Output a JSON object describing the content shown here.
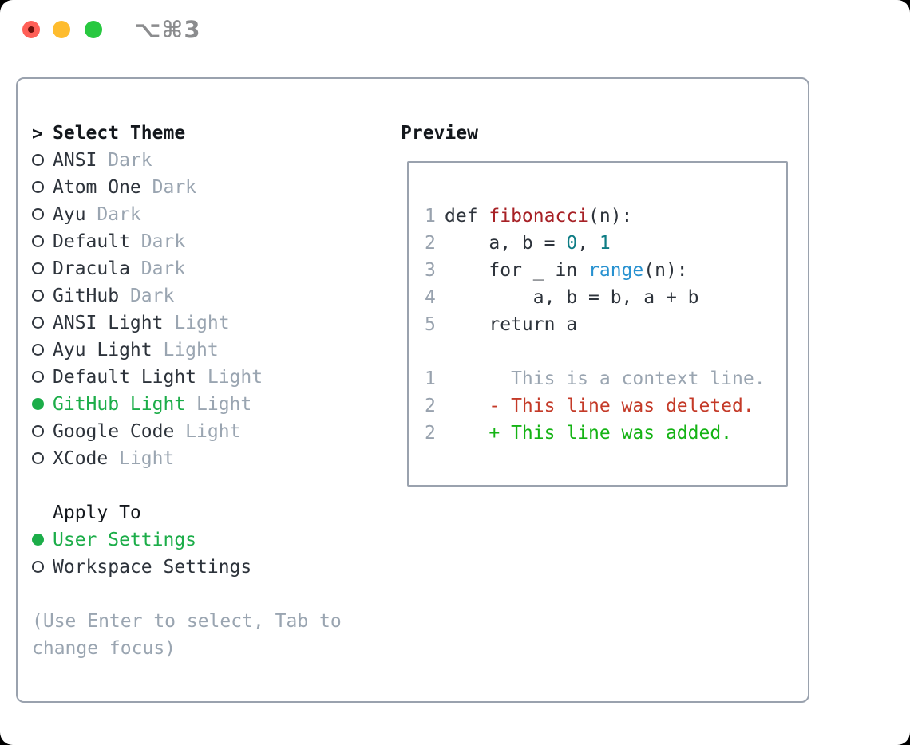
{
  "titlebar": {
    "shortcut": "⌥⌘3",
    "buttons": [
      "close",
      "minimize",
      "zoom"
    ]
  },
  "theme_panel": {
    "header_prefix": ">",
    "header": "Select Theme",
    "themes": [
      {
        "name": "ANSI",
        "tag": "Dark",
        "selected": false
      },
      {
        "name": "Atom One",
        "tag": "Dark",
        "selected": false
      },
      {
        "name": "Ayu",
        "tag": "Dark",
        "selected": false
      },
      {
        "name": "Default",
        "tag": "Dark",
        "selected": false
      },
      {
        "name": "Dracula",
        "tag": "Dark",
        "selected": false
      },
      {
        "name": "GitHub",
        "tag": "Dark",
        "selected": false
      },
      {
        "name": "ANSI Light",
        "tag": "Light",
        "selected": false
      },
      {
        "name": "Ayu Light",
        "tag": "Light",
        "selected": false
      },
      {
        "name": "Default Light",
        "tag": "Light",
        "selected": false
      },
      {
        "name": "GitHub Light",
        "tag": "Light",
        "selected": true
      },
      {
        "name": "Google Code",
        "tag": "Light",
        "selected": false
      },
      {
        "name": "XCode",
        "tag": "Light",
        "selected": false
      }
    ],
    "apply_to": {
      "header": "Apply To",
      "options": [
        {
          "label": "User Settings",
          "selected": true
        },
        {
          "label": "Workspace Settings",
          "selected": false
        }
      ]
    },
    "help_text": "(Use Enter to select, Tab to change focus)"
  },
  "preview": {
    "header": "Preview",
    "code_lines": [
      {
        "num": "1",
        "segments": [
          {
            "text": "def ",
            "color": "fg"
          },
          {
            "text": "fibonacci",
            "color": "func"
          },
          {
            "text": "(n):",
            "color": "fg"
          }
        ]
      },
      {
        "num": "2",
        "segments": [
          {
            "text": "    a, b = ",
            "color": "fg"
          },
          {
            "text": "0",
            "color": "number"
          },
          {
            "text": ", ",
            "color": "fg"
          },
          {
            "text": "1",
            "color": "number"
          }
        ]
      },
      {
        "num": "3",
        "segments": [
          {
            "text": "    for _ in ",
            "color": "fg"
          },
          {
            "text": "range",
            "color": "builtin"
          },
          {
            "text": "(n):",
            "color": "fg"
          }
        ]
      },
      {
        "num": "4",
        "segments": [
          {
            "text": "        a, b = b, a + b",
            "color": "fg"
          }
        ]
      },
      {
        "num": "5",
        "segments": [
          {
            "text": "    return a",
            "color": "fg"
          }
        ]
      },
      {
        "num": "",
        "segments": []
      },
      {
        "num": "1",
        "segments": [
          {
            "text": "      This is a context line.",
            "color": "muted"
          }
        ]
      },
      {
        "num": "2",
        "segments": [
          {
            "text": "    - This line was deleted.",
            "color": "del"
          }
        ]
      },
      {
        "num": "2",
        "segments": [
          {
            "text": "    + This line was added.",
            "color": "add"
          }
        ]
      }
    ]
  },
  "colors": {
    "title": "#14181d",
    "fg": "#2d333b",
    "muted": "#9aa5b1",
    "linenum": "#98a2ae",
    "border": "#9aa2ae",
    "select-green": "#1cad49",
    "func": "#a72126",
    "number": "#0f7d85",
    "builtin": "#2791d0",
    "del": "#c43a28",
    "add": "#14b314",
    "shortcut": "#8b8c8e",
    "light-red": "#ff5f57",
    "light-yellow": "#febc2e",
    "light-green": "#28c840"
  }
}
